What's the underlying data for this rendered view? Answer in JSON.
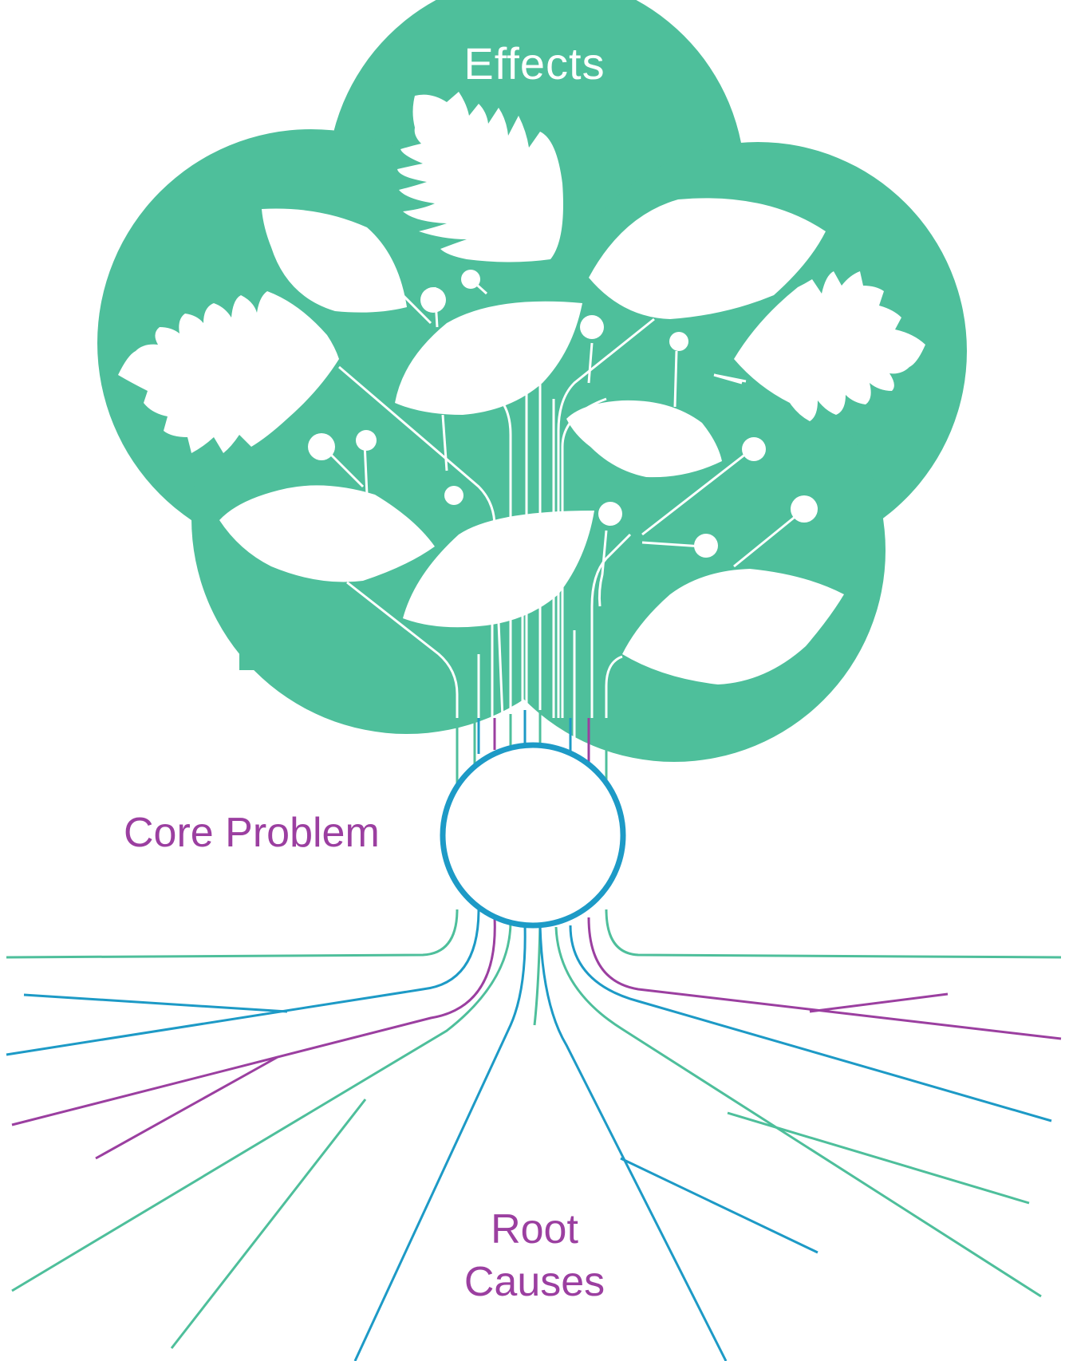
{
  "labels": {
    "top": "Effects",
    "middle": "Core Problem",
    "bottom_line1": "Root",
    "bottom_line2": "Causes"
  },
  "colors": {
    "canopy": "#4ebf9b",
    "leaf": "#ffffff",
    "core_ring": "#1d9ac6",
    "root_teal": "#4ebf9b",
    "root_blue": "#1d9ac6",
    "root_purple": "#9b3fa0",
    "label_purple": "#9b3fa0",
    "background": "#ffffff"
  },
  "icons": [
    "tree-canopy",
    "leaf-icon",
    "serrated-leaf-icon",
    "bud-icon",
    "core-circle",
    "root-line"
  ]
}
